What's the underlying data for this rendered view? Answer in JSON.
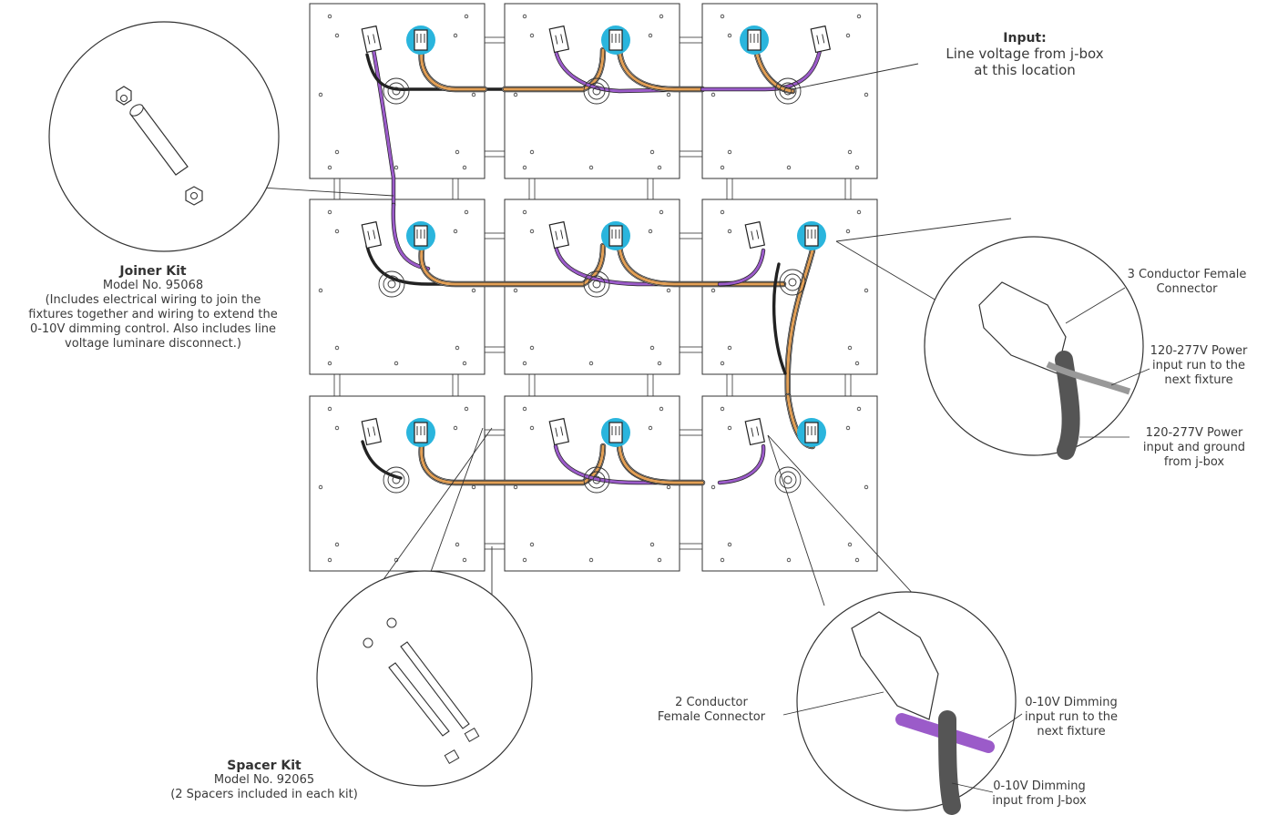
{
  "input": {
    "title": "Input:",
    "desc_line1": "Line voltage from j-box",
    "desc_line2": "at this location"
  },
  "joiner_kit": {
    "title": "Joiner Kit",
    "model": "Model No. 95068",
    "desc_lines": [
      "(Includes electrical wiring to join the",
      "fixtures together and wiring to extend the",
      "0-10V dimming control. Also includes line",
      "voltage luminare disconnect.)"
    ]
  },
  "spacer_kit": {
    "title": "Spacer Kit",
    "model": "Model No. 92065",
    "desc": "(2 Spacers included in each kit)"
  },
  "conn3": {
    "name_lines": [
      "3 Conductor Female",
      "Connector"
    ],
    "run_lines": [
      "120-277V Power",
      "input run to the",
      "next fixture"
    ],
    "jbox_lines": [
      "120-277V Power",
      "input and ground",
      "from j-box"
    ]
  },
  "conn2": {
    "name_lines": [
      "2 Conductor",
      "Female Connector"
    ],
    "run_lines": [
      "0-10V Dimming",
      "input run to the",
      "next fixture"
    ],
    "jbox_lines": [
      "0-10V Dimming",
      "input from J-box"
    ]
  },
  "colors": {
    "connector_blue": "#2ab5dd",
    "dimming_purple": "#9b5bc9",
    "power_orange": "#e3a056",
    "outline": "#333333"
  }
}
